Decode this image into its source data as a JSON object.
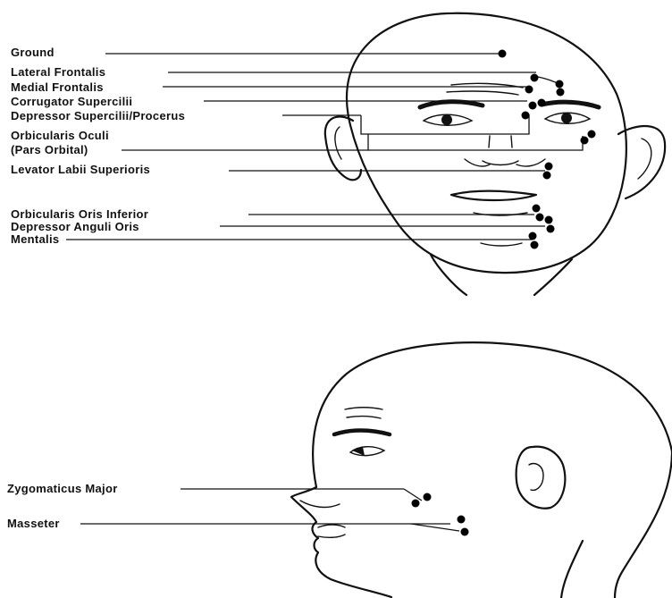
{
  "frontal_view": {
    "labels": [
      {
        "id": "ground",
        "text": "Ground"
      },
      {
        "id": "lateral-frontalis",
        "text": "Lateral Frontalis"
      },
      {
        "id": "medial-frontalis",
        "text": "Medial Frontalis"
      },
      {
        "id": "corrugator-supercilii",
        "text": "Corrugator Supercilii"
      },
      {
        "id": "depressor-supercilii-procerus",
        "text": "Depressor Supercilii/Procerus"
      },
      {
        "id": "orbicularis-oculi",
        "text": "Orbicularis Oculi"
      },
      {
        "id": "pars-orbital",
        "text": "(Pars Orbital)"
      },
      {
        "id": "levator-labii-superioris",
        "text": "Levator Labii Superioris"
      },
      {
        "id": "orbicularis-oris-inferior",
        "text": "Orbicularis Oris Inferior"
      },
      {
        "id": "depressor-anguli-oris",
        "text": "Depressor Anguli Oris"
      },
      {
        "id": "mentalis",
        "text": "Mentalis"
      }
    ]
  },
  "profile_view": {
    "labels": [
      {
        "id": "zygomaticus-major",
        "text": "Zygomaticus Major"
      },
      {
        "id": "masseter",
        "text": "Masseter"
      }
    ]
  }
}
